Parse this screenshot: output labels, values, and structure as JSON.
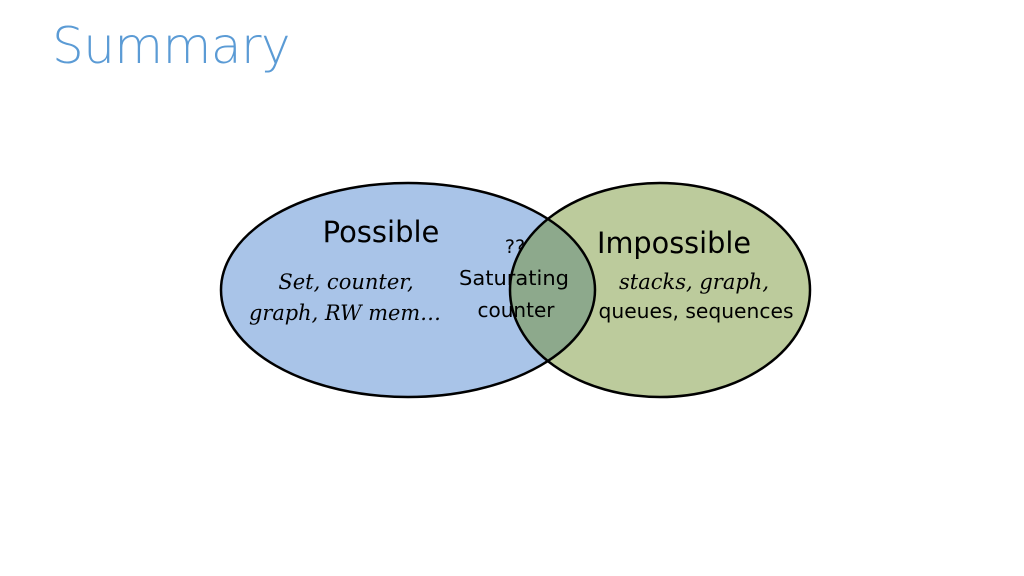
{
  "slide": {
    "title": "Summary"
  },
  "venn": {
    "left_set": {
      "label": "Possible",
      "items_line1": "Set, counter,",
      "items_line2": "graph, RW mem…",
      "color": "#a9c4e8"
    },
    "right_set": {
      "label": "Impossible",
      "items_line1": "stacks, graph,",
      "items_line2": "queues, sequences",
      "color": "#bccb9c"
    },
    "intersection": {
      "line1": "??",
      "line2": "Saturating",
      "line3": "counter",
      "color": "#8da98c"
    }
  }
}
